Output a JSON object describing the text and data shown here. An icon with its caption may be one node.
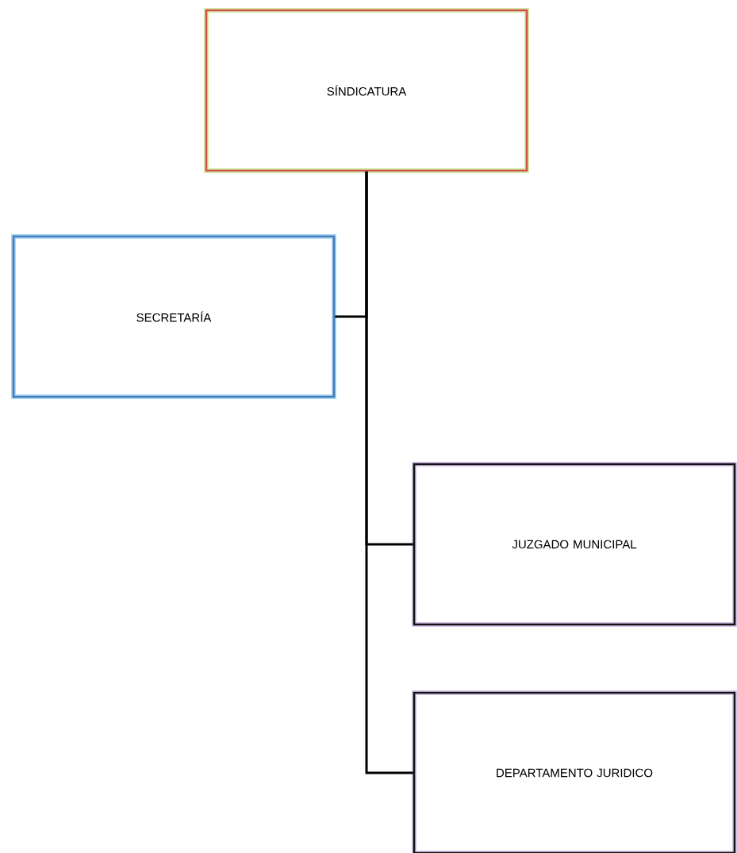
{
  "diagram": {
    "nodes": [
      {
        "text": [
          "SÍNDICATURA"
        ]
      },
      {
        "text": [
          "SECRETARÍA"
        ]
      },
      {
        "text": [
          "JUZGADO MUNICIPAL"
        ]
      },
      {
        "text": [
          "DEPARTAMENTO JURIDICO"
        ]
      }
    ],
    "edges": [
      {
        "from": 0,
        "to": 1,
        "arrow": "none"
      },
      {
        "from": 0,
        "to": 2,
        "arrow": "none"
      },
      {
        "from": 0,
        "to": 3,
        "arrow": "none"
      }
    ]
  }
}
